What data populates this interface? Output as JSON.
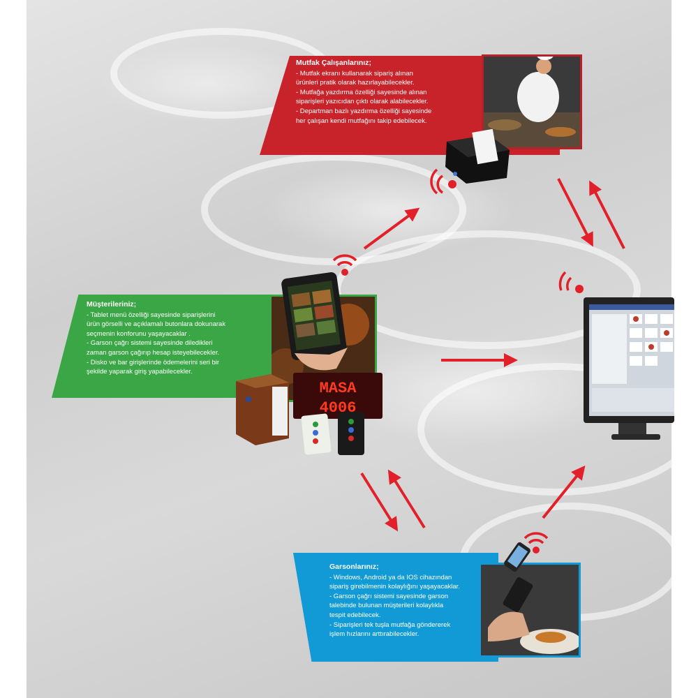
{
  "kitchen": {
    "title": "Mutfak Çalışanlarınız;",
    "items": [
      "-   Mutfak ekranı kullanarak sipariş alınan",
      "ürünleri pratik olarak hazırlayabilecekler.",
      "-   Mutfağa yazdırma özelliği sayesinde alınan",
      "siparişleri yazıcıdan çıktı olarak alabilecekler.",
      "-   Departman bazlı yazdırma özelliği sayesinde",
      "her çalışan kendi mutfağını takip edebilecek."
    ]
  },
  "customers": {
    "title": "Müşterileriniz;",
    "items": [
      "-   Tablet menü özelliği sayesinde siparişlerini",
      "ürün görselli ve açıklamalı butonlara dokunarak",
      "seçmenin konforunu yaşayacaklar .",
      "-   Garson çağrı sistemi sayesinde diledikleri",
      "zaman garson çağırıp hesap isteyebilecekler.",
      "-   Disko ve bar girişlerinde ödemelerini seri bir",
      "şekilde yaparak giriş yapabilecekler."
    ]
  },
  "waiters": {
    "title": "Garsonlarınız;",
    "items": [
      "-   Windows, Android ya da IOS cihazından",
      "sipariş girebilmenin kolaylığını yaşayacaklar.",
      "-   Garson çağrı sistemi sayesinde garson",
      "talebinde bulunan müşterileri kolaylıkla",
      "tespit edebilecek.",
      "-   Siparişleri tek tuşla mutfağa göndererek",
      "işlem hızlarını arttırabilecekler."
    ]
  },
  "led_display": {
    "line1": "MASA",
    "line2": "4006"
  },
  "colors": {
    "kitchen": "#c8232a",
    "customers": "#3aa646",
    "waiters": "#119ad6",
    "arrows": "#e2202a",
    "wifi": "#e2202a"
  },
  "icons": [
    "wifi-signal-icon",
    "arrow-icon",
    "pos-monitor-icon",
    "receipt-printer-icon",
    "tablet-icon",
    "call-button-icon",
    "led-display-icon",
    "smartphone-icon"
  ]
}
